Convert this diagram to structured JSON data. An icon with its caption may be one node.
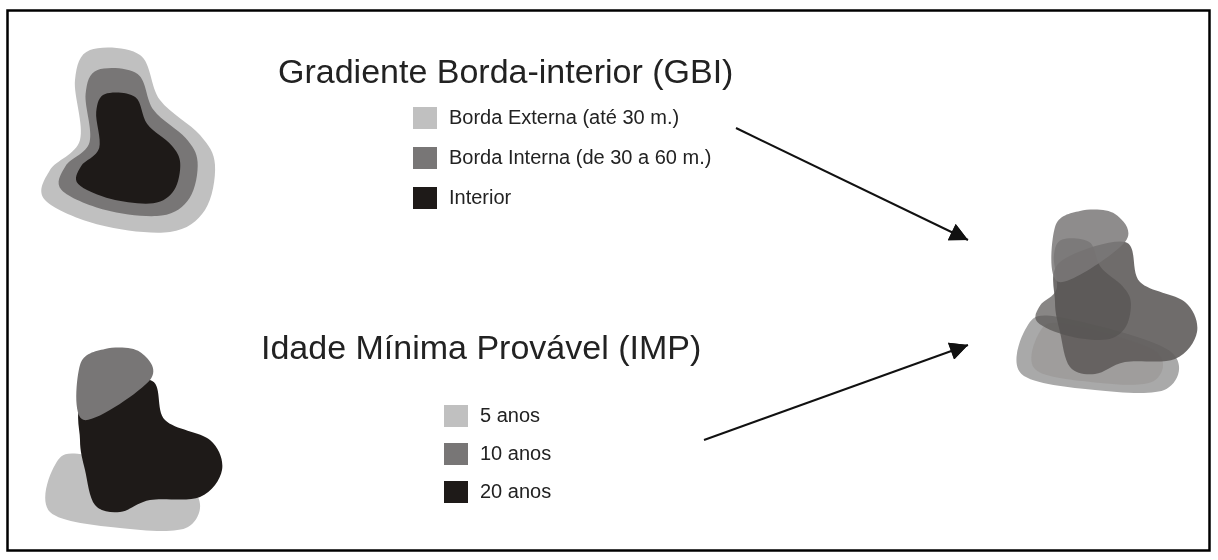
{
  "diagram": {
    "nodes": [
      {
        "text": [
          "Gradiente Borda-interior (GBI)"
        ]
      },
      {
        "text": [
          "Idade Mínima Provável (IMP)"
        ]
      },
      {
        "text": [],
        "shape": "picture"
      }
    ],
    "edges": [
      {
        "from": 0,
        "to": 2,
        "arrow": "to"
      },
      {
        "from": 1,
        "to": 2,
        "arrow": "to"
      }
    ],
    "legend": [
      {
        "text": "Borda Externa (até 30 m.)",
        "color": "#c0c0c0"
      },
      {
        "text": "Borda Interna (de 30 a 60 m.)",
        "color": "#787676"
      },
      {
        "text": "Interior",
        "color": "#1e1a18"
      },
      {
        "text": "5 anos",
        "color": "#c0c0c0"
      },
      {
        "text": "10 anos",
        "color": "#787676"
      },
      {
        "text": "20 anos",
        "color": "#1e1a18"
      }
    ]
  }
}
